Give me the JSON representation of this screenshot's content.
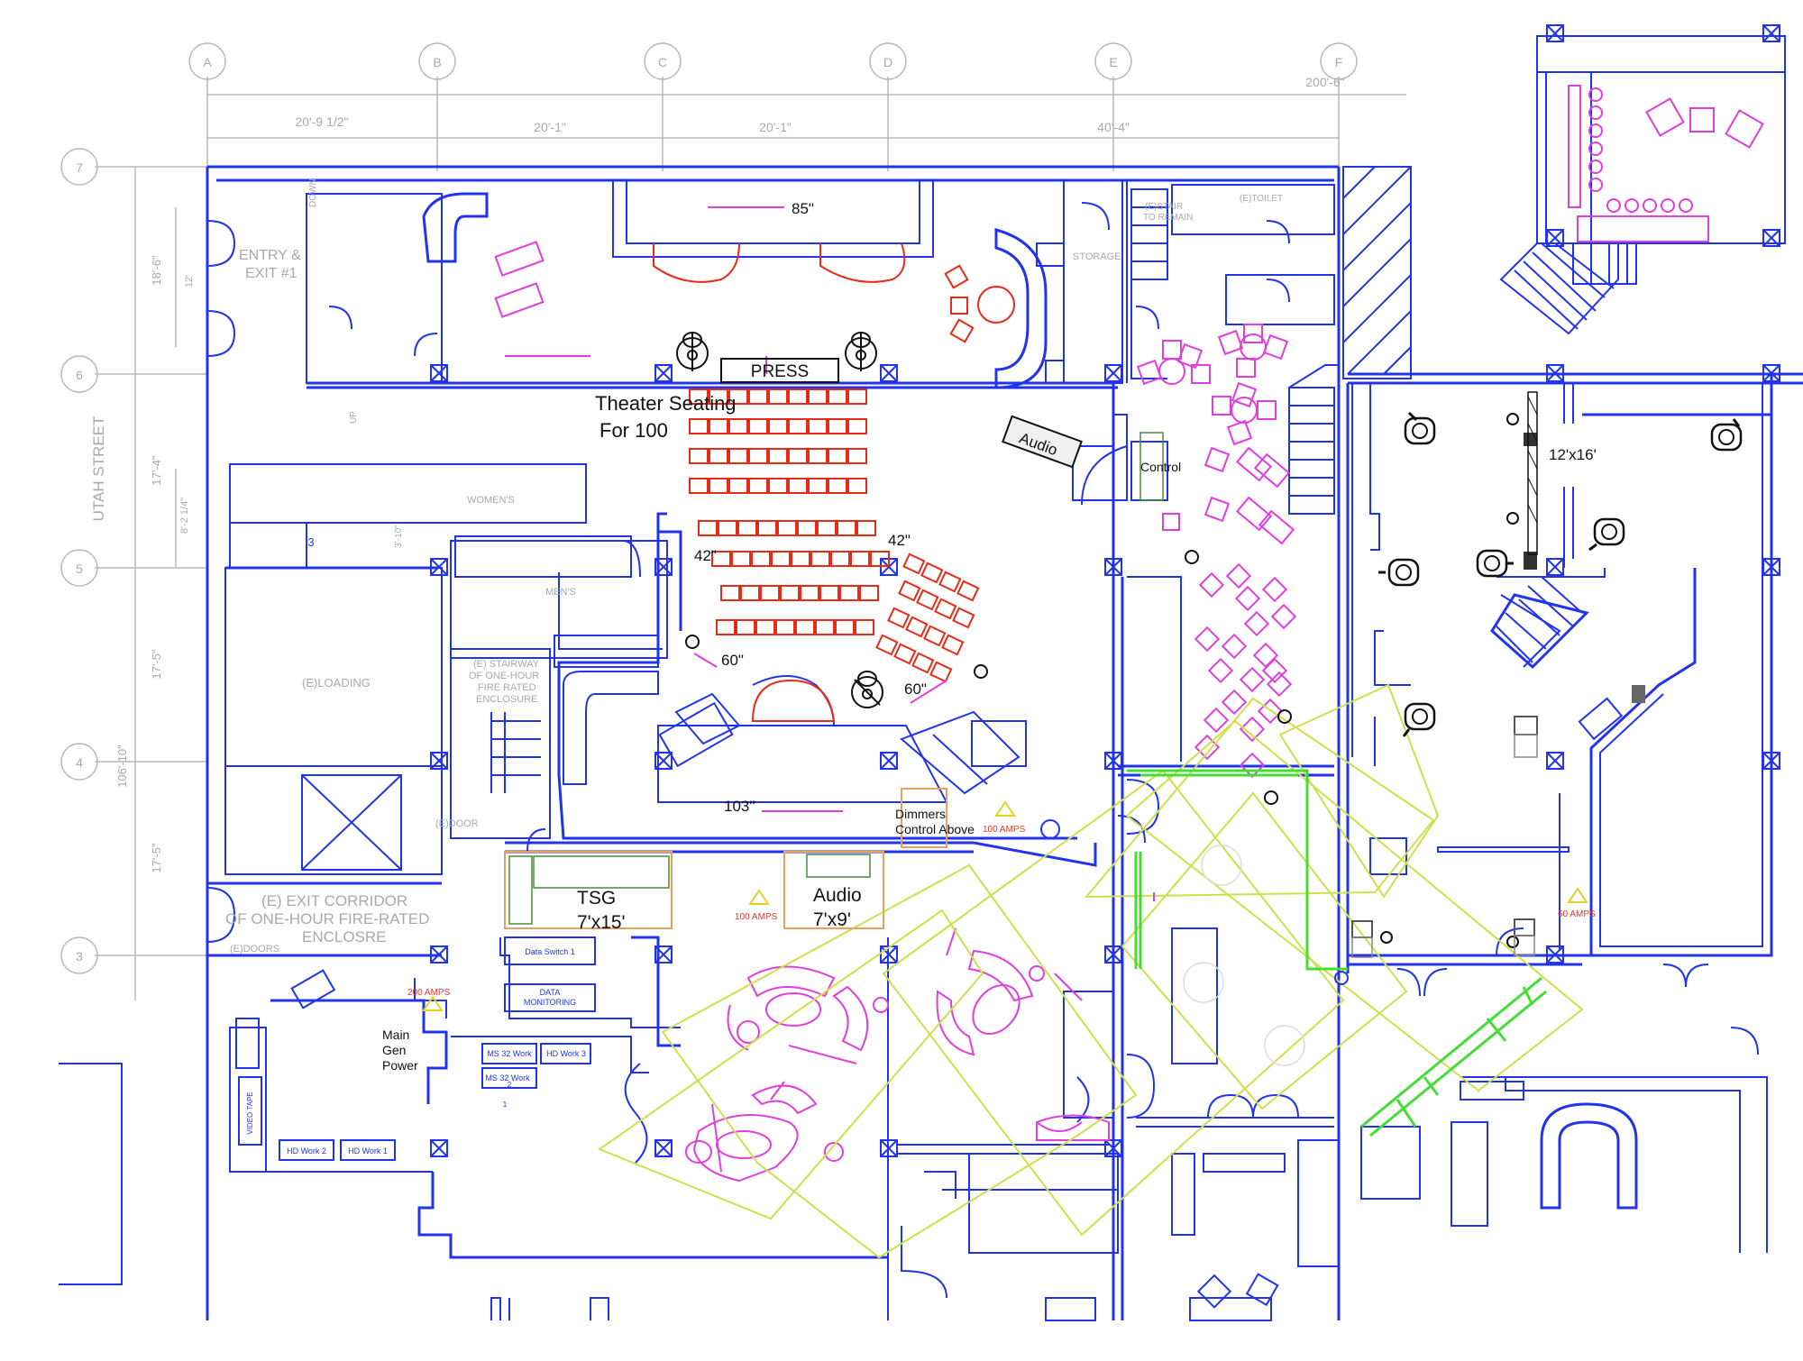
{
  "grid": {
    "columns": [
      "A",
      "B",
      "C",
      "D",
      "E",
      "F"
    ],
    "rows": [
      "7",
      "6",
      "5",
      "4",
      "3"
    ],
    "overall_width": "200'-6\"",
    "col_dims": [
      "20'-9 1/2\"",
      "20'-1\"",
      "20'-1\"",
      "40'-4\""
    ],
    "row_dims": [
      "18'-6\"",
      "17'-4\"",
      "17'-5\"",
      "17'-5\""
    ],
    "sub_dims": [
      "12'",
      "8'-2 1/4\"",
      "3'-10\""
    ],
    "overall_height": "106'-10\""
  },
  "street": "UTAH STREET",
  "rooms": {
    "entry": "ENTRY &",
    "entry2": "EXIT #1",
    "storage": "STORAGE",
    "stair_remain": "(E)STAIR",
    "stair_remain2": "TO REMAIN",
    "toilet": "(E)TOILET",
    "womens": "WOMEN'S",
    "mens": "MEN'S",
    "loading": "(E)LOADING",
    "stairway1": "(E) STAIRWAY",
    "stairway2": "OF ONE-HOUR",
    "stairway3": "FIRE RATED",
    "stairway4": "ENCLOSURE",
    "door": "(E)DOOR",
    "exit_corr1": "(E) EXIT CORRIDOR",
    "exit_corr2": "OF ONE-HOUR FIRE-RATED",
    "exit_corr3": "ENCLOSRE",
    "doors": "(E)DOORS",
    "down": "DOWN",
    "up": "UP",
    "seat_num": "3"
  },
  "labels": {
    "press": "PRESS",
    "theater1": "Theater Seating",
    "theater2": "For 100",
    "audio_top": "Audio",
    "control": "Control",
    "screen_85": "85\"",
    "screen_42a": "42\"",
    "screen_42b": "42\"",
    "screen_60a": "60\"",
    "screen_60b": "60\"",
    "screen_103": "103\"",
    "dimmers1": "Dimmers",
    "dimmers2": "Control Above",
    "tsg1": "TSG",
    "tsg2": "7'x15'",
    "audio_room1": "Audio",
    "audio_room2": "7'x9'",
    "room_12x16": "12'x16'",
    "main_gen1": "Main",
    "main_gen2": "Gen",
    "main_gen3": "Power"
  },
  "power": {
    "a100_1": "100 AMPS",
    "a100_2": "100 AMPS",
    "a60": "60 AMPS",
    "a200": "200 AMPS"
  },
  "equipment": {
    "data_switch": "Data Switch 1",
    "data_mon1": "DATA",
    "data_mon2": "MONITORING",
    "ms32_1": "MS 32 Work",
    "ms32_2": "MS 32 Work",
    "hd3": "HD Work 3",
    "hd2": "HD Work 2",
    "hd1": "HD Work 1",
    "video_tape": "VIDEO TAPE",
    "ms32_num": "1",
    "ms32_num2": "2"
  },
  "colors": {
    "walls": "#2233ee",
    "seating": "#e82a16",
    "furniture": "#e23ddd",
    "camera_zones": "#cde04a",
    "rails": "#44dd33",
    "rooms_outline": "#e8a060"
  }
}
